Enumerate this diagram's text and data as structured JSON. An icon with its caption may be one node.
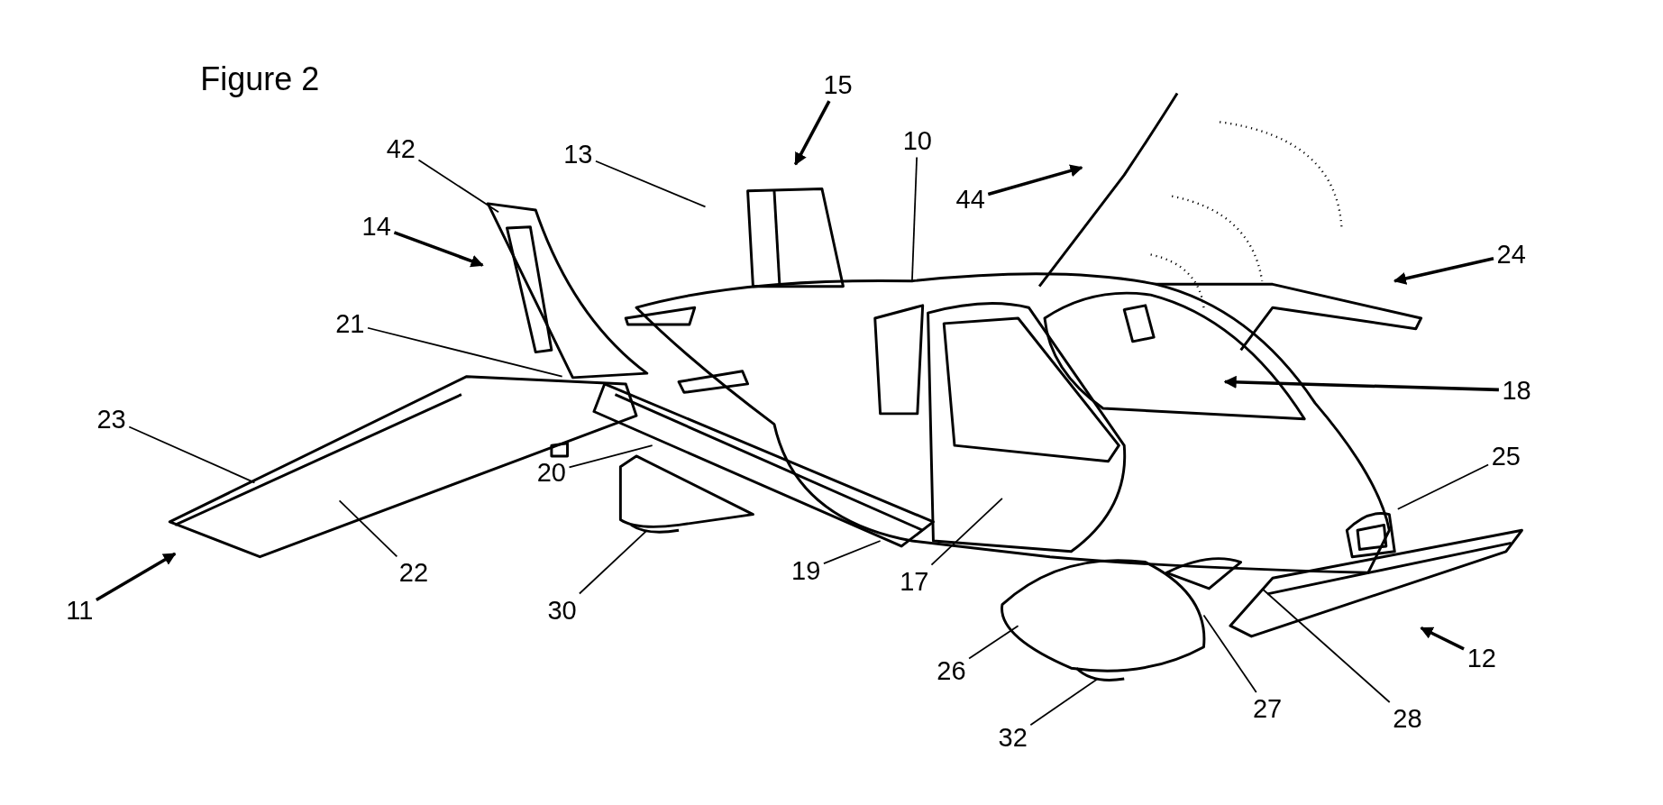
{
  "diagram": {
    "title": "Figure 2",
    "nodes": [
      {
        "text": [
          "15"
        ]
      },
      {
        "text": [
          "10"
        ]
      },
      {
        "text": [
          "13"
        ]
      },
      {
        "text": [
          "42"
        ]
      },
      {
        "text": [
          "44"
        ]
      },
      {
        "text": [
          "14"
        ]
      },
      {
        "text": [
          "24"
        ]
      },
      {
        "text": [
          "21"
        ]
      },
      {
        "text": [
          "18"
        ]
      },
      {
        "text": [
          "23"
        ]
      },
      {
        "text": [
          "25"
        ]
      },
      {
        "text": [
          "20"
        ]
      },
      {
        "text": [
          "22"
        ]
      },
      {
        "text": [
          "19"
        ]
      },
      {
        "text": [
          "17"
        ]
      },
      {
        "text": [
          "30"
        ]
      },
      {
        "text": [
          "11"
        ]
      },
      {
        "text": [
          "26"
        ]
      },
      {
        "text": [
          "12"
        ]
      },
      {
        "text": [
          "27"
        ]
      },
      {
        "text": [
          "28"
        ]
      },
      {
        "text": [
          "32"
        ]
      }
    ],
    "edges": [
      {
        "from": 0,
        "to": null,
        "arrow": "to"
      },
      {
        "from": 1,
        "to": null,
        "arrow": "none"
      },
      {
        "from": 2,
        "to": null,
        "arrow": "none"
      },
      {
        "from": 3,
        "to": null,
        "arrow": "none"
      },
      {
        "from": 4,
        "to": null,
        "arrow": "to"
      },
      {
        "from": 5,
        "to": null,
        "arrow": "to"
      },
      {
        "from": 6,
        "to": null,
        "arrow": "to"
      },
      {
        "from": 7,
        "to": null,
        "arrow": "none"
      },
      {
        "from": 8,
        "to": null,
        "arrow": "to"
      },
      {
        "from": 9,
        "to": null,
        "arrow": "none"
      },
      {
        "from": 10,
        "to": null,
        "arrow": "none"
      },
      {
        "from": 11,
        "to": null,
        "arrow": "none"
      },
      {
        "from": 12,
        "to": null,
        "arrow": "none"
      },
      {
        "from": 13,
        "to": null,
        "arrow": "none"
      },
      {
        "from": 14,
        "to": null,
        "arrow": "none"
      },
      {
        "from": 15,
        "to": null,
        "arrow": "none"
      },
      {
        "from": 16,
        "to": null,
        "arrow": "to"
      },
      {
        "from": 17,
        "to": null,
        "arrow": "none"
      },
      {
        "from": 18,
        "to": null,
        "arrow": "to"
      },
      {
        "from": 19,
        "to": null,
        "arrow": "none"
      },
      {
        "from": 20,
        "to": null,
        "arrow": "none"
      },
      {
        "from": 21,
        "to": null,
        "arrow": "none"
      }
    ]
  }
}
